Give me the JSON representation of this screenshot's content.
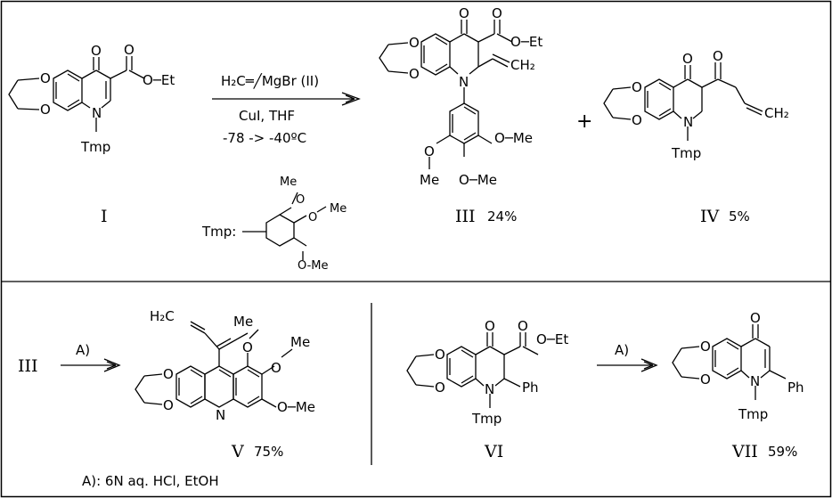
{
  "top": {
    "reaction": {
      "reagent_line1": "H₂C═╱MgBr (II)",
      "reagent_line2": "CuI, THF",
      "reagent_line3": "-78 -> -40ºC"
    },
    "tmp_definition": {
      "label": "Tmp:",
      "substituents": [
        "Me",
        "O",
        "O",
        "Me",
        "O-Me"
      ]
    },
    "compound_I": {
      "label": "I",
      "atoms": {
        "ketone_o": "O",
        "ester_o": "O",
        "ester": "O─Et",
        "n": "N",
        "n_sub": "Tmp"
      }
    },
    "compound_III": {
      "label": "III",
      "yield": "24%",
      "atoms": {
        "ketone_o": "O",
        "ester_o": "O",
        "ester": "O─Et",
        "n": "N",
        "vinyl": "CH₂",
        "ome_left_o": "O",
        "ome_left_me": "Me",
        "ome_mid": "O─Me",
        "ome_right": "O─Me"
      }
    },
    "plus": "+",
    "compound_IV": {
      "label": "IV",
      "yield": "5%",
      "atoms": {
        "ketone_o": "O",
        "ketone2_o": "O",
        "n": "N",
        "n_sub": "Tmp",
        "chain_end": "CH₂"
      }
    }
  },
  "bottom_left": {
    "reactant": "III",
    "arrow_label": "A)",
    "compound_V": {
      "label": "V",
      "yield": "75%",
      "atoms": {
        "diene": "H₂C",
        "me1": "Me",
        "o1": "O",
        "me2": "Me",
        "o2": "O",
        "ome": "O─Me",
        "n": "N"
      }
    },
    "footnote": "A): 6N aq. HCl, EtOH"
  },
  "bottom_right": {
    "arrow_label": "A)",
    "compound_VI": {
      "label": "VI",
      "atoms": {
        "ketone_o": "O",
        "ester_o": "O",
        "ester": "O─Et",
        "n": "N",
        "ph": "Ph",
        "n_sub": "Tmp"
      }
    },
    "compound_VII": {
      "label": "VII",
      "yield": "59%",
      "atoms": {
        "ketone_o": "O",
        "n": "N",
        "ph": "Ph",
        "n_sub": "Tmp"
      }
    }
  }
}
